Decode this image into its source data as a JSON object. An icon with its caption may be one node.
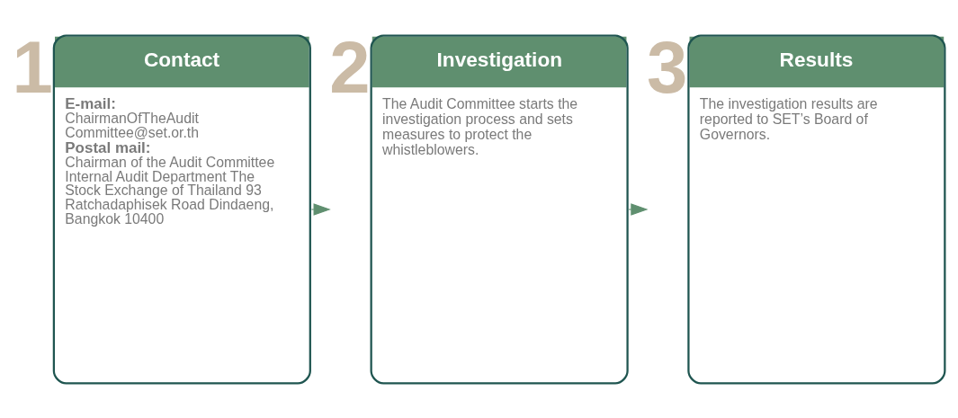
{
  "diagram": {
    "nodes": [
      {
        "text": [
          "Contact",
          "E-mail:",
          "ChairmanOfTheAudit Committee@set.or.th",
          "Postal mail:",
          "Chairman of the Audit Committee Internal Audit Department The Stock Exchange of Thailand 93 Ratchadaphisek Road Dindaeng, Bangkok 10400"
        ],
        "beside": [
          "1"
        ]
      },
      {
        "text": [
          "Investigation",
          "The Audit Committee starts the investigation process and sets measures to protect the whistleblowers."
        ],
        "beside": [
          "2"
        ]
      },
      {
        "text": [
          "Results",
          "The investigation results are reported to SET’s Board of Governors."
        ],
        "beside": [
          "3"
        ]
      }
    ],
    "edges": [
      {
        "from": 0,
        "to": 1,
        "arrow": "to"
      },
      {
        "from": 1,
        "to": 2,
        "arrow": "to"
      }
    ]
  }
}
